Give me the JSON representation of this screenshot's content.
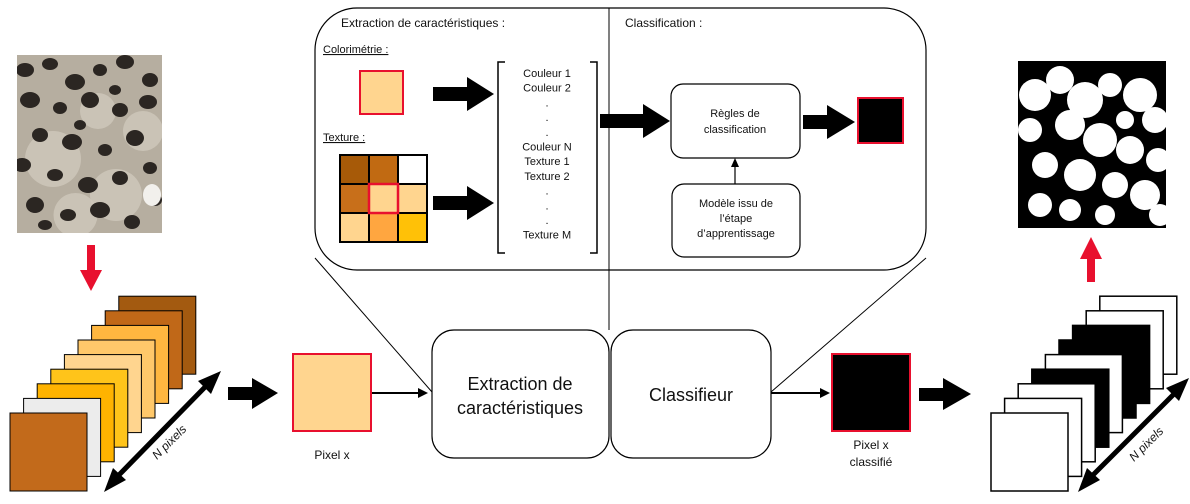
{
  "colors": {
    "red": "#e8102e",
    "black": "#000000",
    "pixel_fill": "#ffd58f",
    "source_image_bg": "#b6aea0",
    "nuclei": "#2b2622"
  },
  "panel": {
    "extraction_title": "Extraction de caractéristiques :",
    "classification_title": "Classification :",
    "colorimetry_label": "Colorimétrie :",
    "texture_label": "Texture :",
    "vector_items": [
      "Couleur 1",
      "Couleur 2",
      ".",
      ".",
      ".",
      "Couleur N",
      "Texture 1",
      "Texture 2",
      ".",
      ".",
      ".",
      "Texture M"
    ],
    "rules_box_lines": [
      "Règles de",
      "classification"
    ],
    "model_box_lines": [
      "Modèle issu de",
      "l’étape",
      "d’apprentissage"
    ],
    "texture_grid_colors": [
      [
        "#a75a08",
        "#c16a12",
        "#ffffff"
      ],
      [
        "#c86f1a",
        "#ffd58f",
        "#ffd58f"
      ],
      [
        "#ffd58f",
        "#ffa640",
        "#ffc107"
      ]
    ]
  },
  "bottom": {
    "input_stack_colors": [
      "#c26a1b",
      "#ececec",
      "#ffb300",
      "#ffc41a",
      "#ffd58f",
      "#ffc86a",
      "#ffb740",
      "#c06818",
      "#a35a10"
    ],
    "output_stack_fills": [
      "#ffffff",
      "#ffffff",
      "#ffffff",
      "#000000",
      "#ffffff",
      "#000000",
      "#000000",
      "#ffffff",
      "#ffffff"
    ],
    "n_pixels_left": "N pixels",
    "n_pixels_right": "N pixels",
    "pixel_label": "Pixel x",
    "extraction_box_lines": [
      "Extraction de",
      "caractéristiques"
    ],
    "classifier_label": "Classifieur",
    "classified_pixel_lines": [
      "Pixel x",
      "classifié"
    ]
  }
}
